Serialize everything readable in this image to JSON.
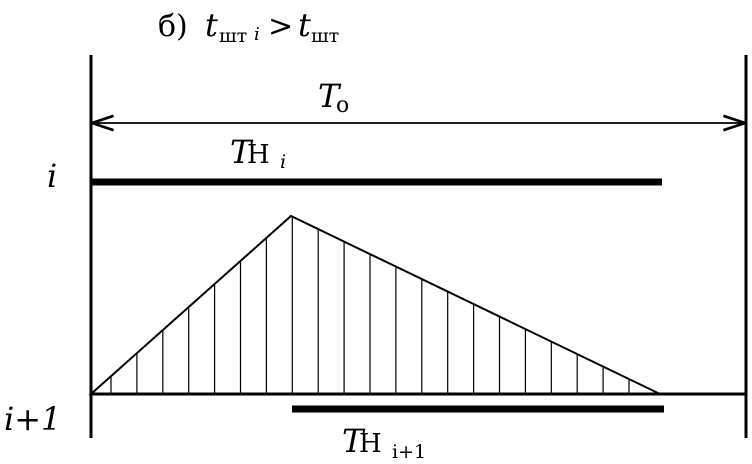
{
  "title": {
    "label": "б)",
    "t_main": "t",
    "sub_left": "шт",
    "sub_left_i": "i",
    "operator": ">",
    "t_main2": "t",
    "sub_right": "шт"
  },
  "period": {
    "symbol": "T",
    "subscript": "о"
  },
  "row_top": {
    "label": "i",
    "bar_symbol": "T",
    "bar_sub_letter": "Н",
    "bar_sub_index": "i"
  },
  "row_bottom": {
    "label": "i+1",
    "bar_symbol": "T",
    "bar_sub_letter": "Н",
    "bar_sub_index": "i+1"
  },
  "colors": {
    "line": "#000000",
    "background": "#ffffff"
  }
}
